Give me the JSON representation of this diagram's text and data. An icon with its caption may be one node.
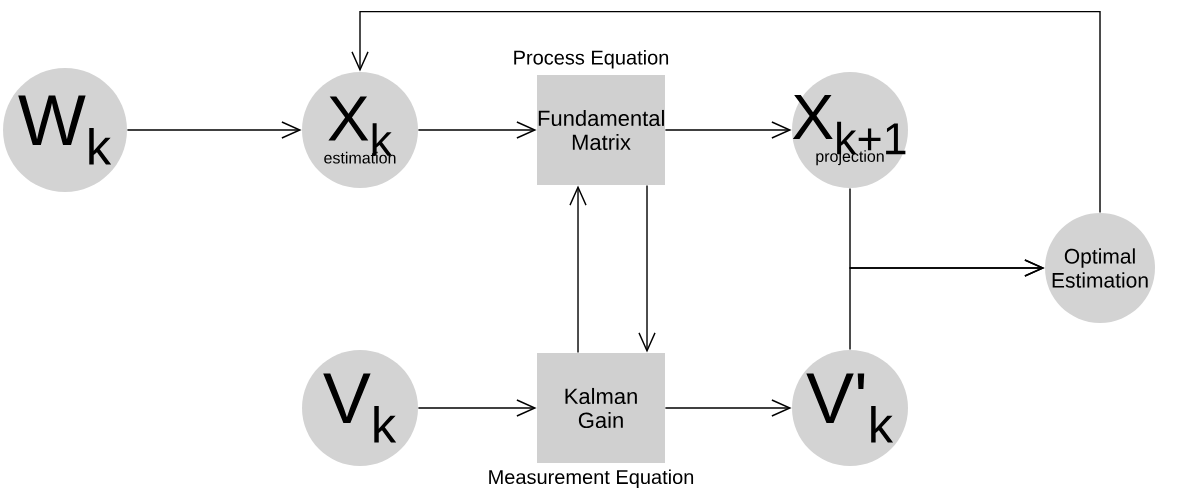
{
  "diagram": {
    "nodes": [
      {
        "text": [
          "W$_{k}$"
        ]
      },
      {
        "text": [
          "X$_{k}$",
          "estimation"
        ]
      },
      {
        "text": [
          "Process Equation",
          "Fundamental Matrix"
        ]
      },
      {
        "text": [
          "X$_{k+1}$",
          "projection"
        ]
      },
      {
        "text": [
          "Optimal Estimation"
        ]
      },
      {
        "text": [
          "V$_{k}$"
        ]
      },
      {
        "text": [
          "Kalman Gain",
          "Measurement Equation"
        ]
      },
      {
        "text": [
          "V'$_{k}$"
        ]
      }
    ],
    "edges": [
      {
        "from": 0,
        "to": 1,
        "arrow": "to"
      },
      {
        "from": 1,
        "to": 2,
        "arrow": "to"
      },
      {
        "from": 2,
        "to": 3,
        "arrow": "to"
      },
      {
        "from": 2,
        "to": 6,
        "arrow": "to"
      },
      {
        "from": 6,
        "to": 2,
        "arrow": "to"
      },
      {
        "from": 5,
        "to": 6,
        "arrow": "to"
      },
      {
        "from": 6,
        "to": 7,
        "arrow": "to"
      },
      {
        "from": 3,
        "to": 4,
        "arrow": "to"
      },
      {
        "from": 7,
        "to": 4,
        "arrow": "to"
      },
      {
        "from": 4,
        "to": 1,
        "arrow": "to"
      }
    ]
  }
}
